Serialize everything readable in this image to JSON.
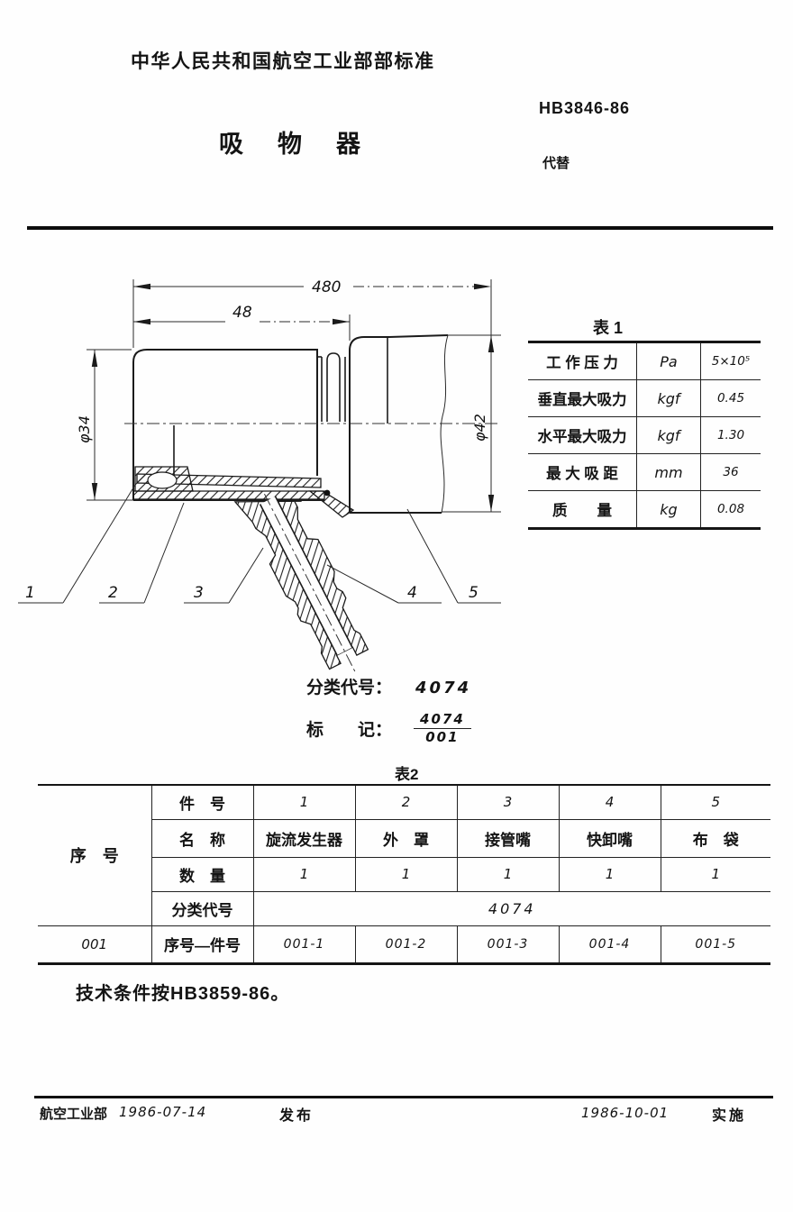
{
  "header": {
    "org_title": "中华人民共和国航空工业部部标准",
    "standard_number": "HB3846-86",
    "doc_title": "吸物器",
    "replaces_label": "代替"
  },
  "drawing": {
    "dim_overall": "480",
    "dim_body": "48",
    "dim_left_dia": "φ34",
    "dim_right_dia": "φ42",
    "callouts": [
      "1",
      "2",
      "3",
      "4",
      "5"
    ]
  },
  "table1": {
    "label": "表 1",
    "rows": [
      {
        "name": "工 作 压 力",
        "unit": "Pa",
        "value": "5×10⁵"
      },
      {
        "name": "垂直最大吸力",
        "unit": "kgf",
        "value": "0.45"
      },
      {
        "name": "水平最大吸力",
        "unit": "kgf",
        "value": "1.30"
      },
      {
        "name": "最 大 吸 距",
        "unit": "mm",
        "value": "36"
      },
      {
        "name": "质　　量",
        "unit": "kg",
        "value": "0.08"
      }
    ]
  },
  "classification": {
    "label": "分类代号：",
    "value": "4074"
  },
  "marking": {
    "label": "标　　记：",
    "numerator": "4074",
    "denominator": "001"
  },
  "table2": {
    "label": "表2",
    "serial_header": "序　号",
    "serial_value": "001",
    "row_labels": [
      "件　号",
      "名　称",
      "数　量",
      "分类代号",
      "序号—件号"
    ],
    "part_numbers": [
      "1",
      "2",
      "3",
      "4",
      "5"
    ],
    "part_names": [
      "旋流发生器",
      "外　罩",
      "接管嘴",
      "快卸嘴",
      "布　袋"
    ],
    "quantities": [
      "1",
      "1",
      "1",
      "1",
      "1"
    ],
    "class_code": "4074",
    "serial_part_numbers": [
      "001-1",
      "001-2",
      "001-3",
      "001-4",
      "001-5"
    ]
  },
  "note": "技术条件按HB3859-86。",
  "footer": {
    "issuer": "航空工业部",
    "issue_date": "1986-07-14",
    "issue_label": "发布",
    "impl_date": "1986-10-01",
    "impl_label": "实施"
  }
}
